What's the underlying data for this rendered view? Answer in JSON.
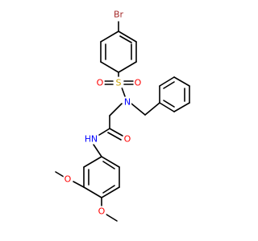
{
  "colors": {
    "bond": "#000000",
    "carbon": "#000000",
    "oxygen": "#ff0000",
    "nitrogen": "#0000ff",
    "sulfur": "#c8a000",
    "bromine": "#a52a2a"
  },
  "atom_labels": {
    "bromine": "Br",
    "sulfur": "S",
    "sulfonyl_o_left": "O",
    "sulfonyl_o_right": "O",
    "sulfonamide_n": "N",
    "amide_o": "O",
    "amide_nh": "N",
    "amide_h": "H",
    "methoxy_o_upper": "O",
    "methoxy_o_lower": "O"
  }
}
